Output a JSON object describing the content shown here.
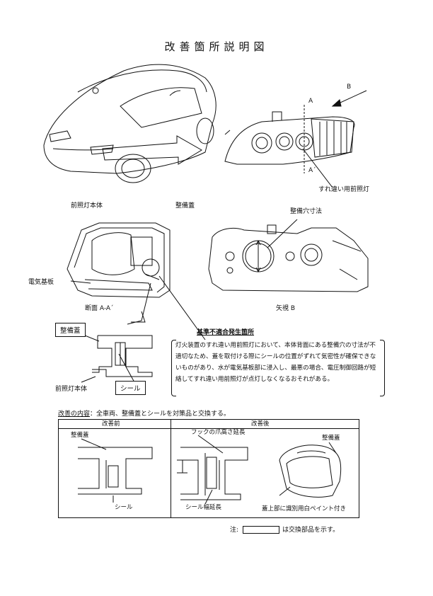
{
  "title": "改善箇所説明図",
  "top": {
    "arrow_b": "B",
    "mark_a": "A",
    "mark_a_prime": "A´",
    "lamp_label": "すれ違い用前照灯"
  },
  "middle": {
    "headlamp_body": "前照灯本体",
    "service_cover": "整備蓋",
    "hole_dim": "整備穴寸法",
    "circuit_board": "電気基板",
    "section_caption": "断面 A-A´",
    "view_caption": "矢視 B"
  },
  "detail": {
    "service_cover": "整備蓋",
    "headlamp_body": "前照灯本体",
    "seal": "シール"
  },
  "defect": {
    "heading": "基準不適合発生箇所",
    "text": "灯火装置のすれ違い用前照灯において、本体背面にある整備穴の寸法が不適切なため、蓋を取付ける際にシールの位置がずれて気密性が確保できないものがあり、水が電気基板部に浸入し、最悪の場合、電圧制御回路が短絡してすれ違い用前照灯が点灯しなくなるおそれがある。"
  },
  "improvement": {
    "label": "改善の内容",
    "text": "：全車両、整備蓋とシールを対策品と交換する。"
  },
  "table": {
    "before_header": "改善前",
    "after_header": "改善後",
    "before_cover": "整備蓋",
    "before_seal": "シール",
    "after_hook": "フックの爪高さ延長",
    "after_seal_width": "シール幅延長",
    "after_cover": "整備蓋",
    "after_paint": "蓋上部に識別用白ペイント付き"
  },
  "legend": {
    "prefix": "注:",
    "suffix": "は交換部品を示す。"
  }
}
